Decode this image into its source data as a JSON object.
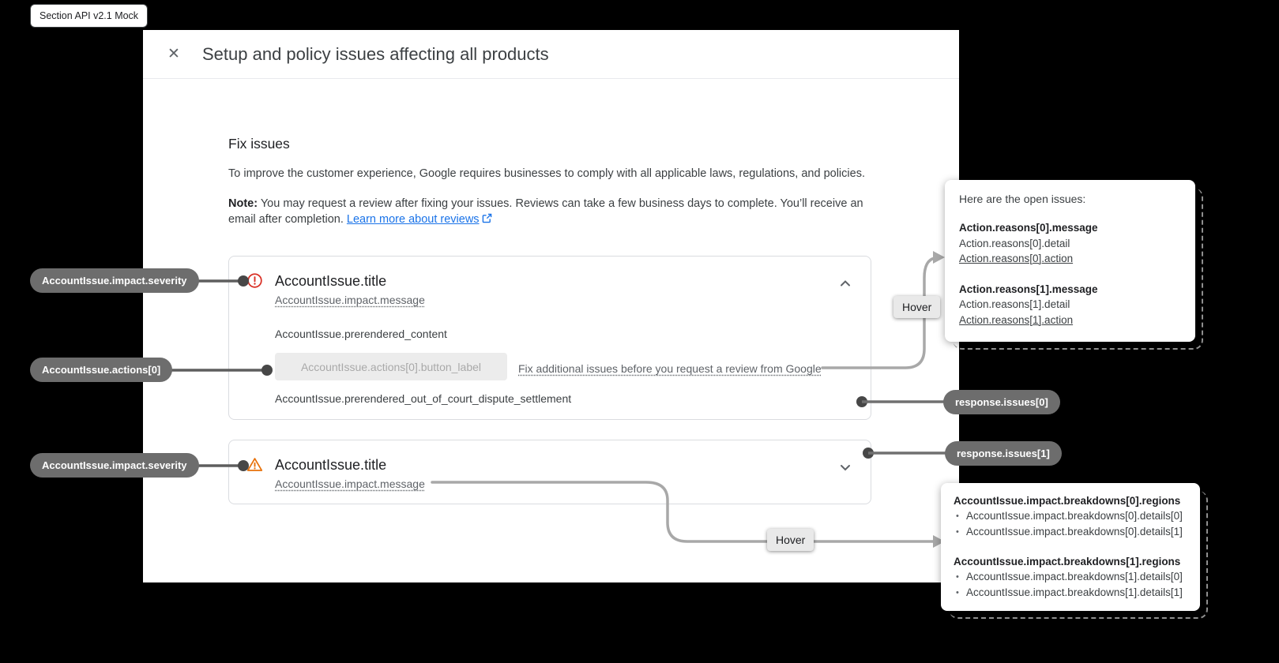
{
  "badge": {
    "label": "Section API v2.1 Mock"
  },
  "colors": {
    "error": "#d93025",
    "warning": "#e8710a",
    "link": "#1a73e8",
    "annotation_pill": "#6d6d6d"
  },
  "icons": {
    "close": "✕"
  },
  "dialog": {
    "title": "Setup and policy issues affecting all products",
    "section_heading": "Fix issues",
    "intro": "To improve the customer experience, Google requires businesses to comply with all applicable laws, regulations, and policies.",
    "note": {
      "label": "Note:",
      "text": "You may request a review after fixing your issues. Reviews can take a few business days to complete. You’ll receive an email after completion.",
      "link_label": "Learn more about reviews"
    },
    "issues": [
      {
        "title": "AccountIssue.title",
        "message": "AccountIssue.impact.message",
        "prerendered_content": "AccountIssue.prerendered_content",
        "button_label": "AccountIssue.actions[0].button_label",
        "link_label": "Fix additional issues before you request a review from Google",
        "footer": "AccountIssue.prerendered_out_of_court_dispute_settlement"
      },
      {
        "title": "AccountIssue.title",
        "message": "AccountIssue.impact.message"
      }
    ]
  },
  "annotations": {
    "left": [
      "AccountIssue.impact.severity",
      "AccountIssue.actions[0]",
      "AccountIssue.impact.severity"
    ],
    "right": [
      "response.issues[0]",
      "response.issues[1]"
    ],
    "hover_label": "Hover"
  },
  "tooltips": {
    "open_issues": {
      "heading": "Here are the open issues:",
      "groups": [
        {
          "message": "Action.reasons[0].message",
          "detail": "Action.reasons[0].detail",
          "action": "Action.reasons[0].action"
        },
        {
          "message": "Action.reasons[1].message",
          "detail": "Action.reasons[1].detail",
          "action": "Action.reasons[1].action"
        }
      ]
    },
    "breakdowns": {
      "groups": [
        {
          "regions": "AccountIssue.impact.breakdowns[0].regions",
          "details": [
            "AccountIssue.impact.breakdowns[0].details[0]",
            "AccountIssue.impact.breakdowns[0].details[1]"
          ]
        },
        {
          "regions": "AccountIssue.impact.breakdowns[1].regions",
          "details": [
            "AccountIssue.impact.breakdowns[1].details[0]",
            "AccountIssue.impact.breakdowns[1].details[1]"
          ]
        }
      ]
    }
  }
}
